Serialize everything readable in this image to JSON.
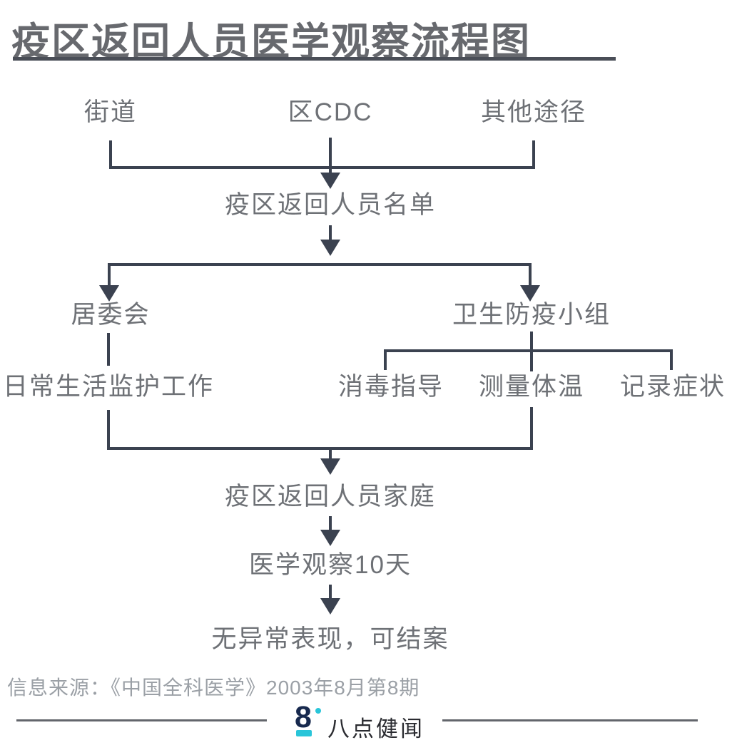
{
  "title": "疫区返回人员医学观察流程图",
  "flow": {
    "street": "街道",
    "cdc": "区CDC",
    "other_channels": "其他途径",
    "returnee_list": "疫区返回人员名单",
    "committee": "居委会",
    "committee_task": "日常生活监护工作",
    "epidemic_team": "卫生防疫小组",
    "task_disinfect": "消毒指导",
    "task_temperature": "测量体温",
    "task_symptoms": "记录症状",
    "returnee_family": "疫区返回人员家庭",
    "observation": "医学观察10天",
    "closure": "无异常表现，可结案"
  },
  "source_note": "信息来源：《中国全科医学》2003年8月第8期",
  "footer": {
    "logo_digit": "8",
    "brand": "八点健闻"
  },
  "colors": {
    "line": "#3b4250",
    "node_text": "#6e7176",
    "title_text": "#67696e",
    "source_text": "#9ba0a6",
    "brand_text": "#2a2b30",
    "logo_navy": "#17294e",
    "logo_cyan": "#29c5d9",
    "footer_line": "#63666c"
  }
}
